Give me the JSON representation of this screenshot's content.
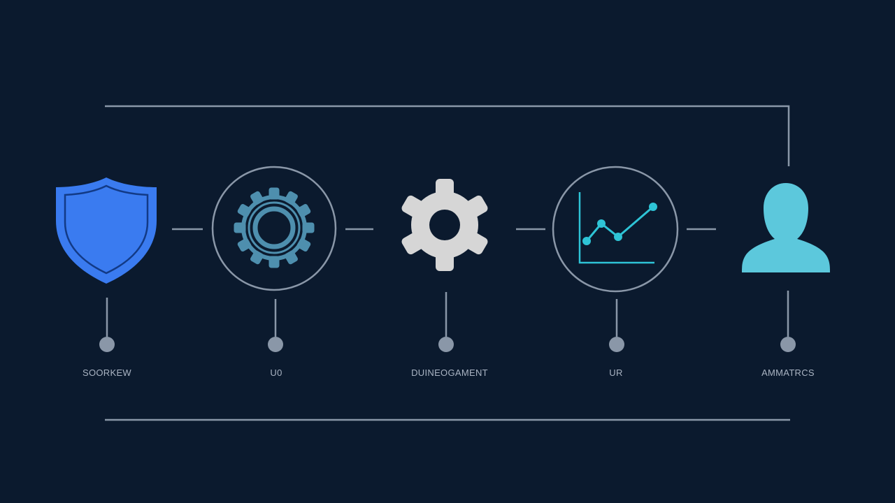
{
  "nodes": [
    {
      "id": "shield",
      "icon": "shield-icon",
      "label": "SOORKEW"
    },
    {
      "id": "gear-ring",
      "icon": "gear-outline-icon",
      "label": "U0"
    },
    {
      "id": "gear-solid",
      "icon": "gear-icon",
      "label": "DUINEOGAMENT"
    },
    {
      "id": "chart",
      "icon": "line-chart-icon",
      "label": "UR"
    },
    {
      "id": "user",
      "icon": "user-icon",
      "label": "AMMATRCS"
    }
  ],
  "colors": {
    "background": "#0b1a2e",
    "line": "#8a97a8",
    "shield": "#3a7bf0",
    "gear_outline": "#4e8fae",
    "gear_solid": "#d6d6d6",
    "chart": "#2ec4d6",
    "user": "#5cc8dc",
    "label": "#aab4c3"
  }
}
